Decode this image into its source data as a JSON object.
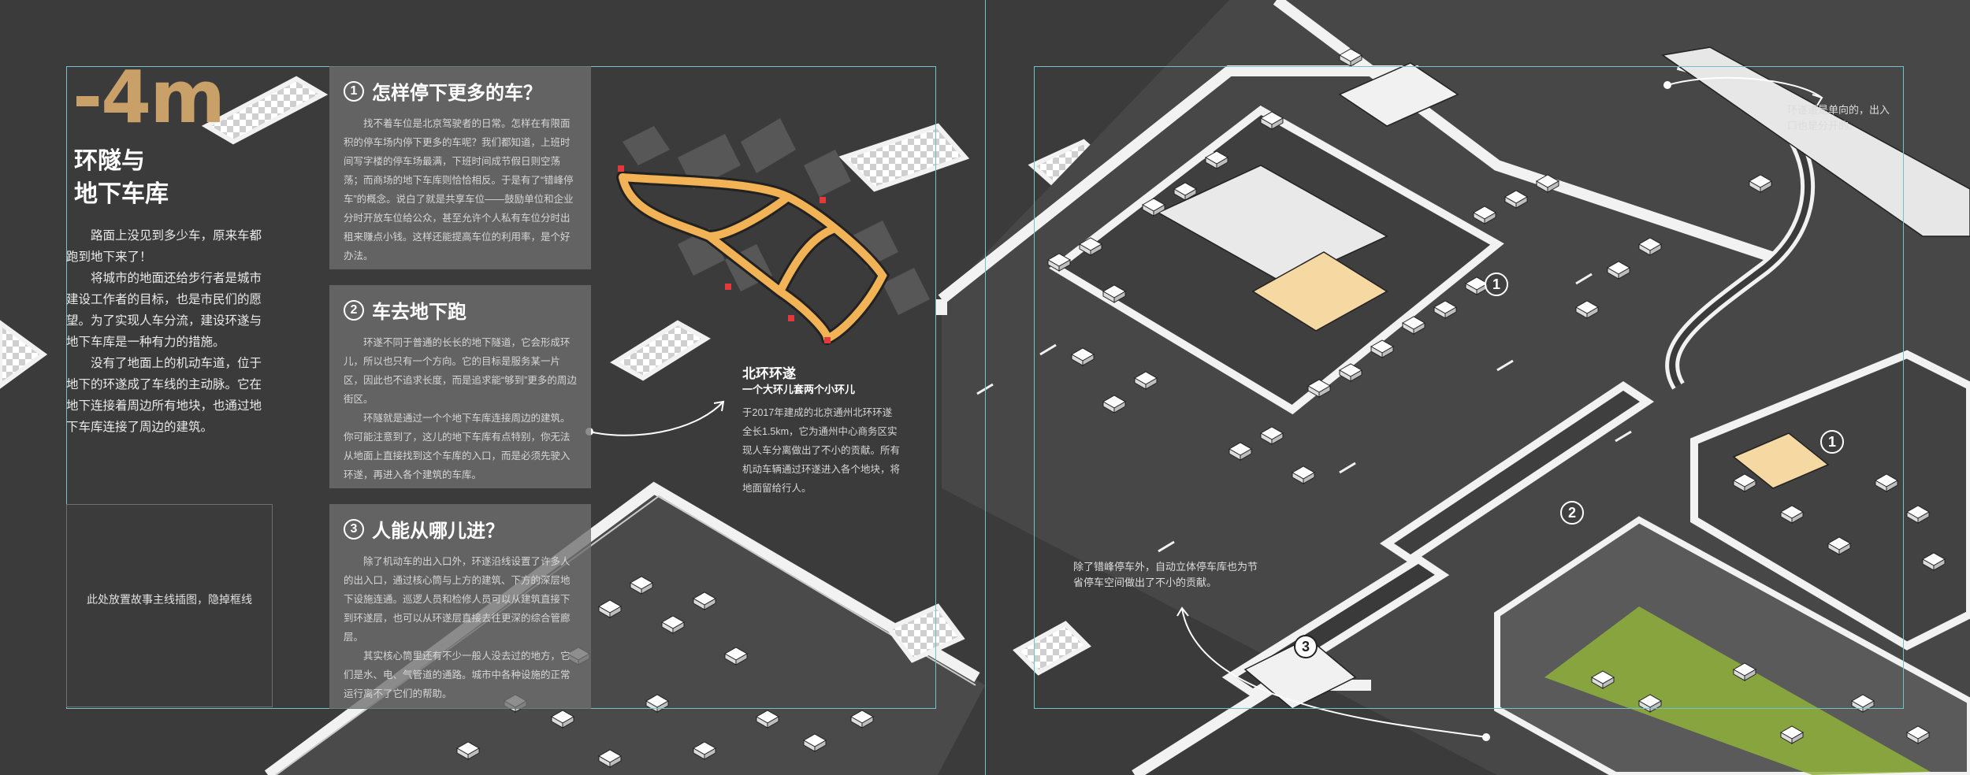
{
  "colors": {
    "background": "#3b3b3b",
    "depth_title": "#c8a068",
    "guide_line": "#6fc3c9",
    "road": "#4a4a4a",
    "wall": "#f2f2f2",
    "car": "#ffffff",
    "loop_ring": "#f2b256",
    "green_floor": "#8fb23a"
  },
  "depth_label": "-4m",
  "main_title_line1": "环隧与",
  "main_title_line2": "地下车库",
  "intro_paragraphs": [
    "路面上没见到多少车，原来车都跑到地下来了！",
    "将城市的地面还给步行者是城市建设工作者的目标，也是市民们的愿望。为了实现人车分流，建设环遂与地下车库是一种有力的措施。",
    "没有了地面上的机动车道，位于地下的环遂成了车线的主动脉。它在地下连接着周边所有地块，也通过地下车库连接了周边的建筑。"
  ],
  "placeholder_text": "此处放置故事主线插图，隐掉框线",
  "questions": [
    {
      "number": "1",
      "title": "怎样停下更多的车？",
      "paragraphs": [
        "找不着车位是北京驾驶者的日常。怎样在有限面积的停车场内停下更多的车呢？我们都知道，上班时间写字楼的停车场最满，下班时间成节假日则空荡荡；而商场的地下车库则恰恰相反。于是有了“错峰停车”的概念。说白了就是共享车位——鼓励单位和企业分时开放车位给公众，甚至允许个人私有车位分时出租来赚点小钱。这样还能提高车位的利用率，是个好办法。"
      ]
    },
    {
      "number": "2",
      "title": "车去地下跑",
      "paragraphs": [
        "环遂不同于普通的长长的地下隧道，它会形成环儿，所以也只有一个方向。它的目标是服务某一片区，因此也不追求长度，而是追求能“够到”更多的周边街区。",
        "环隧就是通过一个个地下车库连接周边的建筑。你可能注意到了，这儿的地下车库有点特别，你无法从地面上直接找到这个车库的入口，而是必须先驶入环遂，再进入各个建筑的车库。"
      ]
    },
    {
      "number": "3",
      "title": "人能从哪儿进？",
      "paragraphs": [
        "除了机动车的出入口外，环遂沿线设置了许多人的出入口，通过核心筒与上方的建筑、下方的深层地下设施连通。巡逻人员和检修人员可以从建筑直接下到环遂层，也可以从环遂层直接去往更深的综合管廊层。",
        "其实核心筒里还有不少一般人没去过的地方，它们是水、电、气管道的通路。城市中各种设施的正常运行离不了它们的帮助。"
      ]
    }
  ],
  "north_loop": {
    "title": "北环环遂",
    "subtitle": "一个大环儿套两个小环儿",
    "body": "于2017年建成的北京通州北环环遂全长1.5km，它为通州中心商务区实现人车分离做出了不小的贡献。所有机动车辆通过环遂进入各个地块，将地面留给行人。"
  },
  "annotations": {
    "one_way": "环遂道是单向的，出入口也是分开的。",
    "auto_garage": "除了错峰停车外，自动立体停车库也为节省停车空间做出了不小的贡献。"
  },
  "map_markers": [
    "1",
    "1",
    "2",
    "3"
  ],
  "icons": [
    "loop-map-icon",
    "arrow-curve-icon",
    "car-icon",
    "checker-pattern-icon"
  ]
}
